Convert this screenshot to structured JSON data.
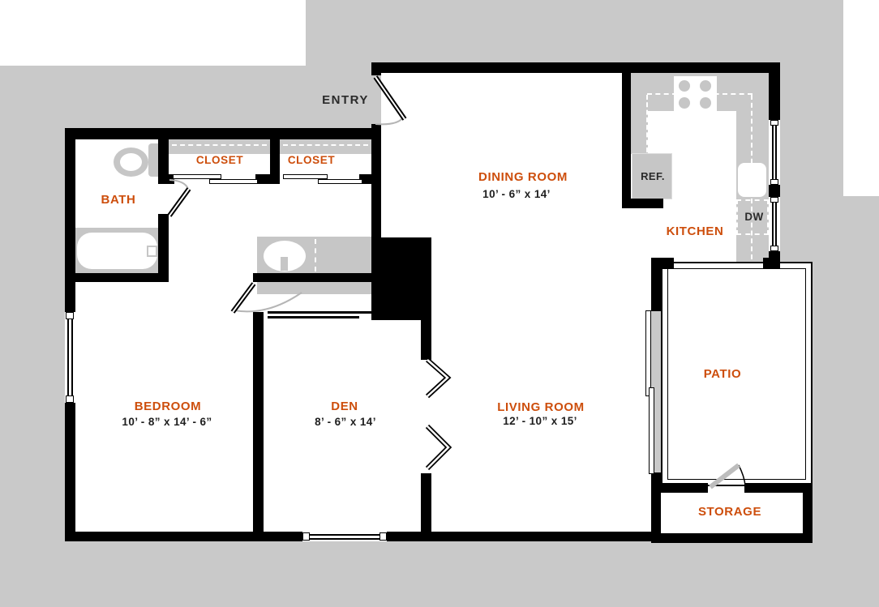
{
  "colors": {
    "background": "#c9c9c9",
    "walls": "#000000",
    "room_fill": "#ffffff",
    "fixtures": "#c6c6c6",
    "room_label_accent": "#cd4e0c",
    "dimension_text": "#1e1e1e"
  },
  "plan": {
    "entry_label": "ENTRY",
    "rooms": {
      "dining": {
        "label": "DINING ROOM",
        "dims": "10’ - 6” x 14’"
      },
      "kitchen": {
        "label": "KITCHEN"
      },
      "bath": {
        "label": "BATH"
      },
      "closet_left": {
        "label": "CLOSET"
      },
      "closet_right": {
        "label": "CLOSET"
      },
      "bedroom": {
        "label": "BEDROOM",
        "dims": "10’ - 8” x 14’ - 6”"
      },
      "den": {
        "label": "DEN",
        "dims": "8’ - 6” x 14’"
      },
      "living": {
        "label": "LIVING ROOM",
        "dims": "12’ - 10” x 15’"
      },
      "patio": {
        "label": "PATIO"
      },
      "storage": {
        "label": "STORAGE"
      }
    },
    "appliances": {
      "refrigerator": "REF.",
      "dishwasher": "DW"
    }
  }
}
